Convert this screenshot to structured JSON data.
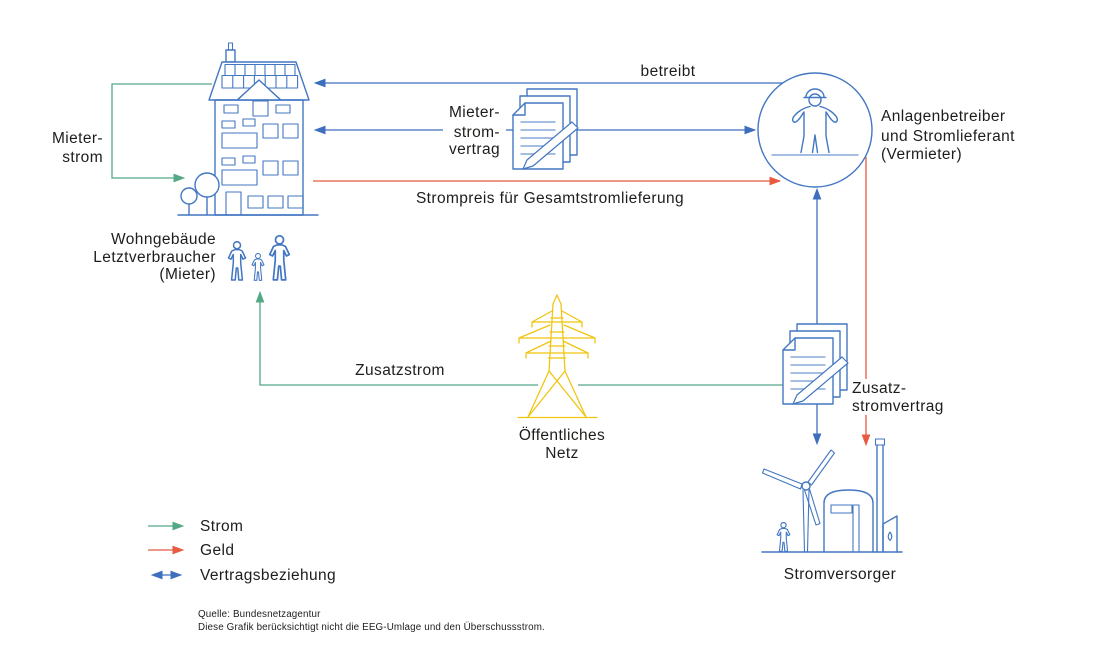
{
  "nodes": {
    "building": {
      "lines": [
        "Wohngebäude",
        "Letztverbraucher",
        "(Mieter)"
      ]
    },
    "operator": {
      "lines": [
        "Anlagenbetreiber",
        "und Stromlieferant",
        "(Vermieter)"
      ]
    },
    "grid": {
      "lines": [
        "Öffentliches",
        "Netz"
      ]
    },
    "supplier": {
      "label": "Stromversorger"
    }
  },
  "edges": {
    "mieterstrom": {
      "lines": [
        "Mieter-",
        "strom"
      ],
      "type": "strom"
    },
    "betreibt": {
      "label": "betreibt",
      "type": "vertragsbeziehung"
    },
    "mieterstromvertrag": {
      "lines": [
        "Mieter-",
        "strom-",
        "vertrag"
      ],
      "type": "vertragsbeziehung"
    },
    "strompreis": {
      "label": "Strompreis für Gesamtstromlieferung",
      "type": "geld"
    },
    "zusatzstrom": {
      "label": "Zusatzstrom",
      "type": "strom"
    },
    "zusatzstromvertrag": {
      "lines": [
        "Zusatz-",
        "stromvertrag"
      ],
      "type": "vertragsbeziehung"
    },
    "zahlung_an_stromversorger": {
      "type": "geld"
    }
  },
  "legend": {
    "items": [
      {
        "label": "Strom",
        "color": "#55a886",
        "arrow": "single"
      },
      {
        "label": "Geld",
        "color": "#e65b42",
        "arrow": "single"
      },
      {
        "label": "Vertragsbeziehung",
        "color": "#3e6fbe",
        "arrow": "double"
      }
    ]
  },
  "footer": {
    "source": "Quelle: Bundesnetzagentur",
    "note": "Diese Grafik berücksichtigt nicht die EEG-Umlage und den Überschussstrom."
  },
  "colors": {
    "strom": "#55a886",
    "geld": "#e65b42",
    "vertragsbeziehung": "#3e6fbe",
    "icon_blue": "#4377c2",
    "icon_light_blue": "#85a9d8",
    "grid_yellow": "#f1c40d",
    "text": "#1d1d1b"
  }
}
